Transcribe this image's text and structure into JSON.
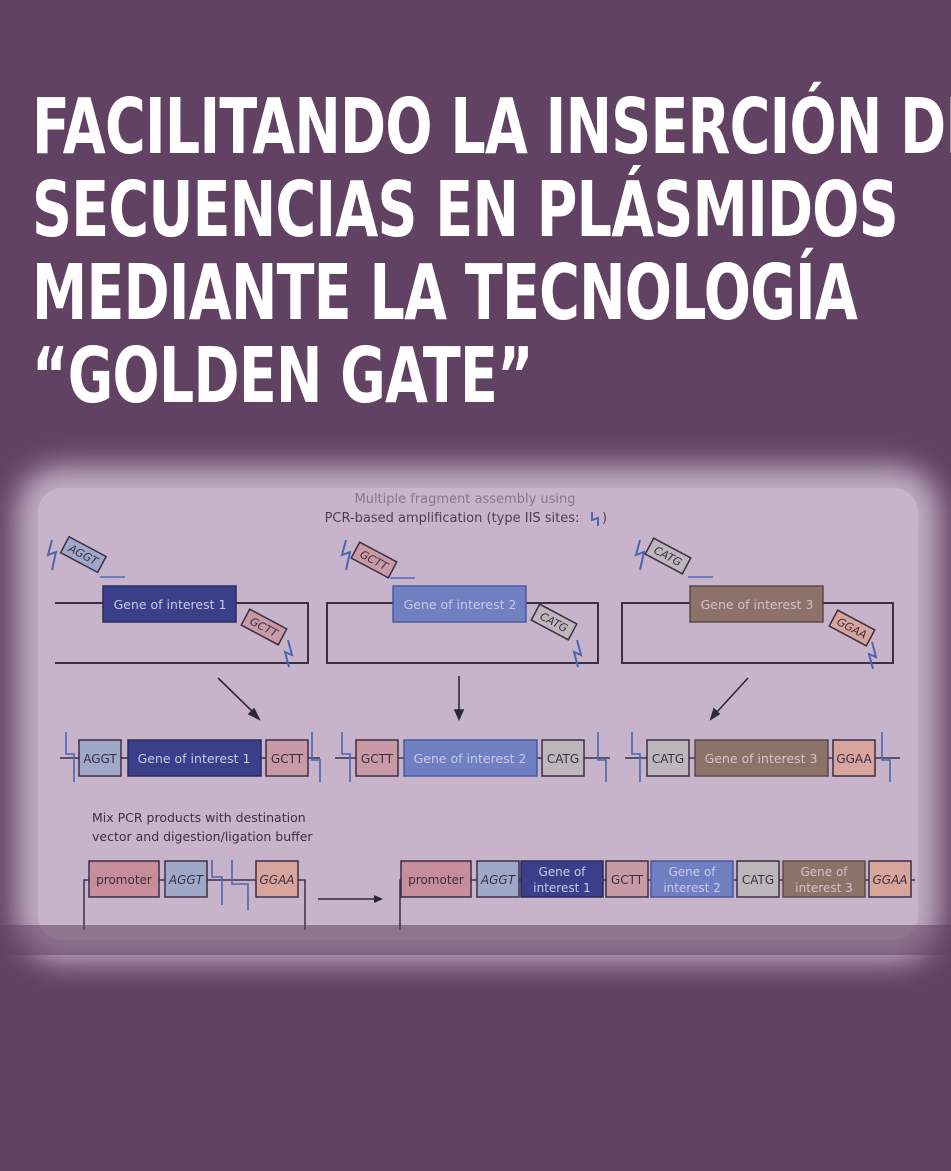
{
  "title": {
    "lines": [
      "FACILITANDO LA INSERCIÓN DE",
      "SECUENCIAS EN PLÁSMIDOS",
      "MEDIANTE LA TECNOLOGÍA",
      "“GOLDEN GATE”"
    ]
  },
  "figure": {
    "caption_line1": "Multiple fragment assembly using",
    "caption_line2": "PCR-based amplification  (type IIS sites:",
    "plasmids": [
      {
        "gene": "Gene of interest 1",
        "left_site": "AGGT",
        "right_site": "GCTT"
      },
      {
        "gene": "Gene of interest 2",
        "left_site": "GCTT",
        "right_site": "CATG"
      },
      {
        "gene": "Gene of interest 3",
        "left_site": "CATG",
        "right_site": "GGAA"
      }
    ],
    "pcr_products": [
      {
        "left": "AGGT",
        "gene": "Gene of interest 1",
        "right": "GCTT"
      },
      {
        "left": "GCTT",
        "gene": "Gene of interest 2",
        "right": "CATG"
      },
      {
        "left": "CATG",
        "gene": "Gene of interest 3",
        "right": "GGAA"
      }
    ],
    "mix_text_line1": "Mix PCR products with destination",
    "mix_text_line2": "vector and digestion/ligation buffer",
    "vector": {
      "promoter": "promoter",
      "left": "AGGT",
      "right": "GGAA"
    },
    "assembled": {
      "promoter": "promoter",
      "aggt": "AGGT",
      "gene1_line1": "Gene of",
      "gene1_line2": "interest 1",
      "gctt": "GCTT",
      "gene2_line1": "Gene of",
      "gene2_line2": "interest 2",
      "catg": "CATG",
      "gene3_line1": "Gene of",
      "gene3_line2": "interest 3",
      "ggaa": "GGAA"
    }
  },
  "colors": {
    "background": "#624263",
    "gene1": "#3a3f8a",
    "gene2": "#6f7fc2",
    "gene3": "#8c7269",
    "site_blue": "#9fa8c8",
    "site_pink": "#c79aa6",
    "site_peach": "#d7a59b",
    "site_gray": "#bdb6bb",
    "promoter": "#c88d9a"
  }
}
